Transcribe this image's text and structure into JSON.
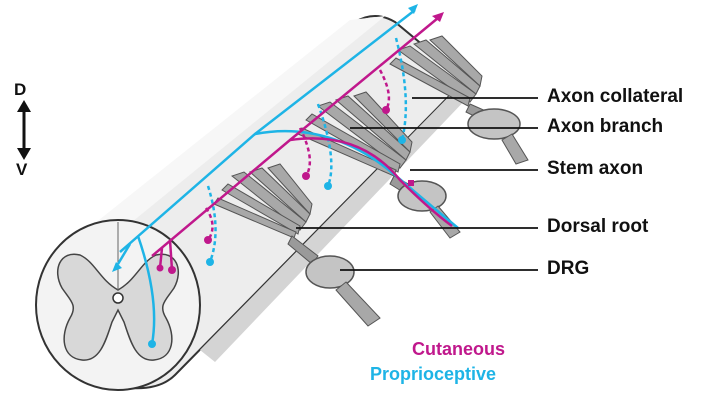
{
  "orientation": {
    "top": "D",
    "bottom": "V"
  },
  "labels": {
    "axon_collateral": "Axon collateral",
    "axon_branch": "Axon branch",
    "stem_axon": "Stem axon",
    "dorsal_root": "Dorsal root",
    "drg": "DRG"
  },
  "legend": {
    "cutaneous": {
      "text": "Cutaneous",
      "color": "#c0188c"
    },
    "proprioceptive": {
      "text": "Proprioceptive",
      "color": "#1eb4e6"
    }
  },
  "colors": {
    "cord_fill": "#ededed",
    "cord_outline": "#333333",
    "root_fill": "#a8a8a8",
    "grey_matter": "#d6d6d6",
    "cutaneous": "#c0188c",
    "proprioceptive": "#1eb4e6"
  }
}
